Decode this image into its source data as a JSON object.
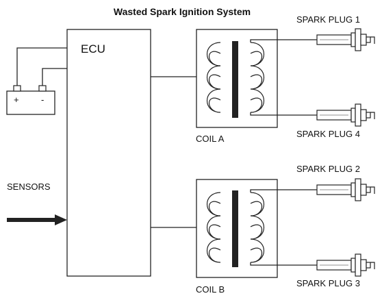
{
  "title": "Wasted Spark Ignition System",
  "ecu": {
    "label": "ECU"
  },
  "battery": {
    "plus": "+",
    "minus": "-"
  },
  "sensors": {
    "label": "SENSORS"
  },
  "coils": [
    {
      "label": "COIL A"
    },
    {
      "label": "COIL B"
    }
  ],
  "plugs": [
    {
      "label": "SPARK PLUG 1"
    },
    {
      "label": "SPARK PLUG 4"
    },
    {
      "label": "SPARK PLUG 2"
    },
    {
      "label": "SPARK PLUG 3"
    }
  ]
}
